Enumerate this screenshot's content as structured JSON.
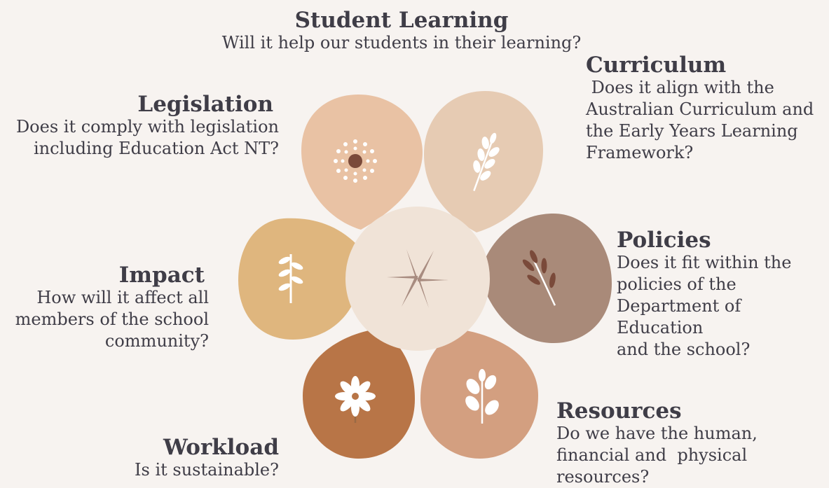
{
  "categories": {
    "student_learning": {
      "title": "Student Learning",
      "lines": [
        "Will it help our students in their learning?"
      ]
    },
    "curriculum": {
      "title": "Curriculum",
      "lines": [
        " Does it align with the",
        "Australian Curriculum and",
        "the Early Years Learning",
        "Framework?"
      ]
    },
    "legislation": {
      "title": "Legislation",
      "lines": [
        "Does it comply with legislation",
        "including Education Act NT?"
      ]
    },
    "policies": {
      "title": "Policies",
      "lines": [
        "Does it fit within the",
        "policies of the",
        "Department of Education",
        "and the school?"
      ]
    },
    "impact": {
      "title": "Impact",
      "lines": [
        "How will it affect all",
        "members of the school",
        "community?"
      ]
    },
    "resources": {
      "title": "Resources",
      "lines": [
        "Do we have the human,",
        "financial and  physical",
        "resources?"
      ]
    },
    "workload": {
      "title": "Workload",
      "lines": [
        "Is it sustainable?"
      ]
    }
  },
  "colors": {
    "background": "#f7f3f0",
    "text": "#3f3d47",
    "petal_legislation": "#e9c2a4",
    "petal_curriculum": "#e6cbb3",
    "petal_policies": "#a98a79",
    "petal_impact": "#dfb67e",
    "petal_workload": "#b87547",
    "petal_resources": "#d39f80",
    "center": "#f0e3d7",
    "center_star": "#a88c80"
  },
  "icons": {
    "legislation": "dandelion-icon",
    "curriculum": "leaf-branch-icon",
    "policies": "berry-sprig-icon",
    "impact": "fern-icon",
    "workload": "daisy-icon",
    "resources": "leafy-stem-icon",
    "center": "star-icon"
  }
}
